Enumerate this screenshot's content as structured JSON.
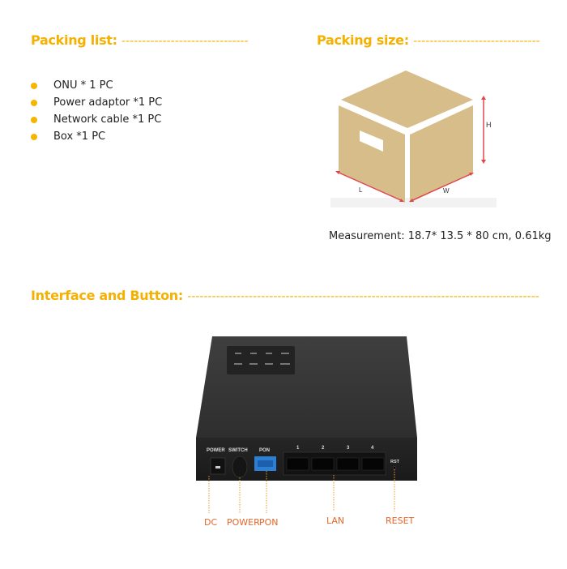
{
  "packing_list": {
    "heading": "Packing list:",
    "dashes": "-------------------------------",
    "items": [
      "ONU * 1 PC",
      "Power adaptor *1 PC",
      "Network cable *1 PC",
      "Box *1 PC"
    ]
  },
  "packing_size": {
    "heading": "Packing size:",
    "dashes": "-------------------------------",
    "dimension_labels": {
      "height": "H",
      "length": "L",
      "width": "W"
    },
    "measurement": "Measurement: 18.7* 13.5 * 80 cm, 0.61kg"
  },
  "interface": {
    "heading": "Interface and Button:",
    "dashes": "--------------------------------------------------------------------------------------",
    "device_labels": {
      "power": "POWER",
      "switch": "SWITCH",
      "pon": "PON",
      "lan_ports": [
        "1",
        "2",
        "3",
        "4"
      ],
      "rst": "RST"
    },
    "callouts": {
      "dc": "DC",
      "power": "POWER",
      "pon": "PON",
      "lan": "LAN",
      "reset": "RESET"
    }
  },
  "colors": {
    "heading": "#f5b000",
    "callout": "#e8652a",
    "box": "#d6bd8a",
    "arrow": "#e0474c",
    "pon_port": "#2d7fd4"
  }
}
